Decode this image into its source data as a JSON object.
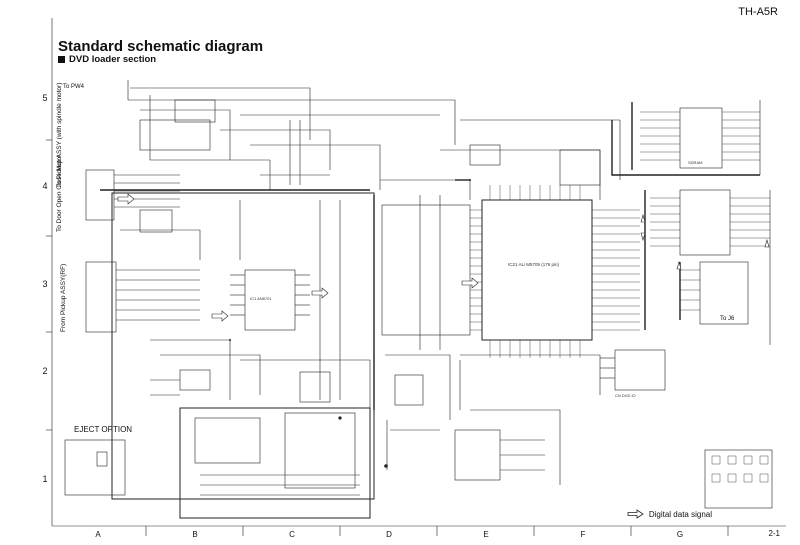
{
  "header": {
    "model": "TH-A5R",
    "title": "Standard schematic diagram",
    "subtitle": "DVD loader section"
  },
  "grid": {
    "rows": [
      "5",
      "4",
      "3",
      "2",
      "1"
    ],
    "columns": [
      "A",
      "B",
      "C",
      "D",
      "E",
      "F",
      "G"
    ]
  },
  "connectors": {
    "to_pw4": "To PW4",
    "to_pickup": "To Pickup ASSY (with spindle motor)",
    "to_door": "To Door Open Close Motor",
    "from_pickup": "From Pickup ASSY(RF)",
    "to_j6": "To J6"
  },
  "blocks": {
    "eject_option": "EJECT OPTION",
    "ic_main": "IC21 ALi M5705 (176 pin)",
    "ic_servo": "IC1 AN8701",
    "ic_memory": "SDRAM",
    "connector_block": "CN DVD IO"
  },
  "legend": {
    "label": "Digital data signal",
    "icon": "hollow-arrow-icon"
  },
  "footer": {
    "page": "2-1"
  }
}
